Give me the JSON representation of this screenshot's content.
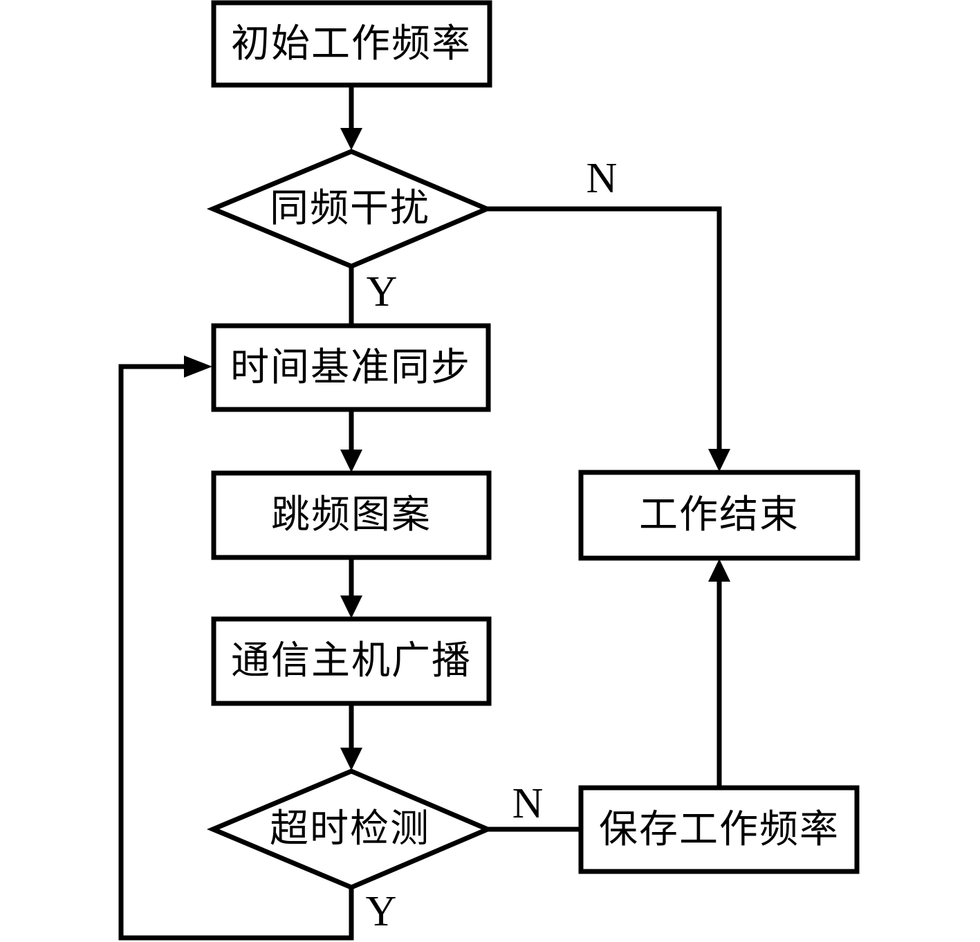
{
  "diagram": {
    "type": "flowchart",
    "colors": {
      "background": "#ffffff",
      "stroke": "#000000",
      "node_fill": "#ffffff",
      "text": "#000000"
    },
    "nodes": {
      "initial_frequency": {
        "label": "初始工作频率",
        "shape": "rectangle"
      },
      "cochannel_interference": {
        "label": "同频干扰",
        "shape": "diamond"
      },
      "time_base_sync": {
        "label": "时间基准同步",
        "shape": "rectangle"
      },
      "hopping_pattern": {
        "label": "跳频图案",
        "shape": "rectangle"
      },
      "host_broadcast": {
        "label": "通信主机广播",
        "shape": "rectangle"
      },
      "timeout_detection": {
        "label": "超时检测",
        "shape": "diamond"
      },
      "work_end": {
        "label": "工作结束",
        "shape": "rectangle"
      },
      "save_frequency": {
        "label": "保存工作频率",
        "shape": "rectangle"
      }
    },
    "edge_labels": {
      "interference_no": "N",
      "interference_yes": "Y",
      "timeout_no": "N",
      "timeout_yes": "Y"
    },
    "edges": [
      {
        "from": "initial_frequency",
        "to": "cochannel_interference",
        "label": ""
      },
      {
        "from": "cochannel_interference",
        "to": "work_end",
        "label": "N"
      },
      {
        "from": "cochannel_interference",
        "to": "time_base_sync",
        "label": "Y"
      },
      {
        "from": "time_base_sync",
        "to": "hopping_pattern",
        "label": ""
      },
      {
        "from": "hopping_pattern",
        "to": "host_broadcast",
        "label": ""
      },
      {
        "from": "host_broadcast",
        "to": "timeout_detection",
        "label": ""
      },
      {
        "from": "timeout_detection",
        "to": "save_frequency",
        "label": "N"
      },
      {
        "from": "timeout_detection",
        "to": "time_base_sync",
        "label": "Y"
      },
      {
        "from": "save_frequency",
        "to": "work_end",
        "label": ""
      }
    ]
  }
}
